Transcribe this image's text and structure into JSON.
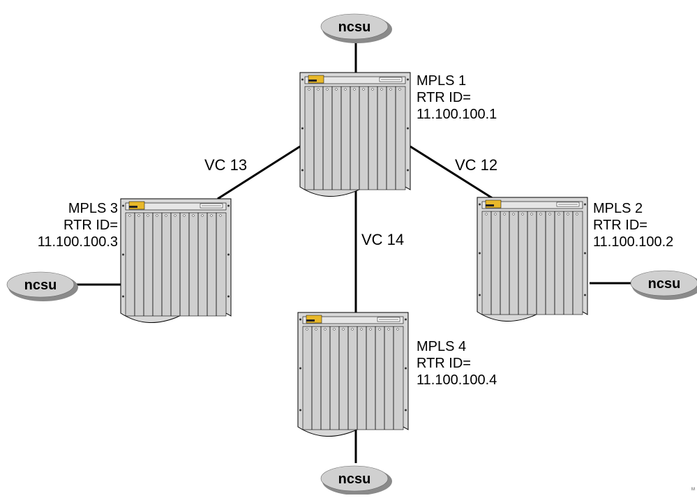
{
  "routers": [
    {
      "name": "MPLS 1",
      "rtr_id_label": "RTR ID=",
      "rtr_id": "11.100.100.1"
    },
    {
      "name": "MPLS 2",
      "rtr_id_label": "RTR ID=",
      "rtr_id": "11.100.100.2"
    },
    {
      "name": "MPLS 3",
      "rtr_id_label": "RTR ID=",
      "rtr_id": "11.100.100.3"
    },
    {
      "name": "MPLS 4",
      "rtr_id_label": "RTR ID=",
      "rtr_id": "11.100.100.4"
    }
  ],
  "links": [
    {
      "label": "VC 13"
    },
    {
      "label": "VC 12"
    },
    {
      "label": "VC 14"
    }
  ],
  "clouds": [
    {
      "label": "ncsu"
    },
    {
      "label": "ncsu"
    },
    {
      "label": "ncsu"
    },
    {
      "label": "ncsu"
    }
  ],
  "corner_mark": "M",
  "colors": {
    "chassis": "#d8d8d8",
    "badge": "#e8b82a",
    "cloud": "#cccccc",
    "line": "#000000"
  }
}
